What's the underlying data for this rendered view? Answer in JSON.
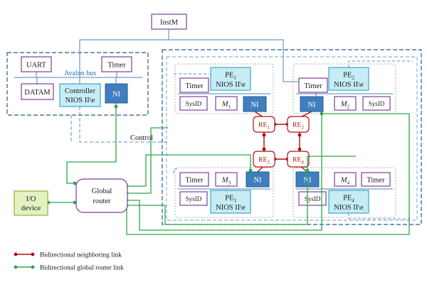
{
  "top": {
    "instm": "InstM"
  },
  "controller_cluster": {
    "uart": "UART",
    "timer": "Timer",
    "bus": "Avalon bus",
    "datam": "DATAM",
    "controller_line1": "Controller",
    "controller_line2": "NIOS II\\e",
    "ni": "NI"
  },
  "control_label": "Control",
  "pe1": {
    "pe": "PE",
    "sub": "1",
    "cpu": "NIOS II\\e",
    "timer": "Timer",
    "sysid": "SysID",
    "mem": "M",
    "mem_sub": "1",
    "ni": "NI"
  },
  "pe2": {
    "pe": "PE",
    "sub": "2",
    "cpu": "NIOS II\\e",
    "timer": "Timer",
    "sysid": "SysID",
    "mem": "M",
    "mem_sub": "2",
    "ni": "NI"
  },
  "pe3": {
    "pe": "PE",
    "sub": "3",
    "cpu": "NIOS II\\e",
    "timer": "Timer",
    "sysid": "SysID",
    "mem": "M",
    "mem_sub": "3",
    "ni": "NI"
  },
  "pe4": {
    "pe": "PE",
    "sub": "4",
    "cpu": "NIOS II\\e",
    "timer": "Timer",
    "sysid": "SysID",
    "mem": "M",
    "mem_sub": "4",
    "ni": "NI"
  },
  "routers": [
    {
      "re": "RE",
      "sub": "1"
    },
    {
      "re": "RE",
      "sub": "2"
    },
    {
      "re": "RE",
      "sub": "3"
    },
    {
      "re": "RE",
      "sub": "4"
    }
  ],
  "global_router": {
    "line1": "Global",
    "line2": "router"
  },
  "io_device": {
    "line1": "I/O",
    "line2": "device"
  },
  "legend": {
    "neighbor_link": "Bidirectional neighboring link",
    "global_link": "Bidirectional global router link"
  },
  "colors": {
    "purple_box": "#7b3f98",
    "cyan_fill": "#c6ecf5",
    "cyan_stroke": "#3aa8c8",
    "ni_fill": "#3f7fc0",
    "neighbor_link": "#b01010",
    "global_link": "#2aa84a",
    "dashed_blue": "#5b8fc7",
    "io_fill": "#e2f2c2",
    "io_stroke": "#8ab83a"
  }
}
